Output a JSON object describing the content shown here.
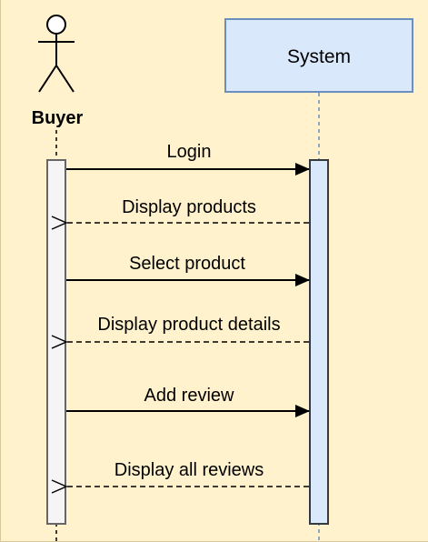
{
  "diagram": {
    "type": "sequence",
    "actor": {
      "name": "Buyer"
    },
    "participant": {
      "name": "System"
    },
    "messages": [
      {
        "label": "Login",
        "direction": "buyer-to-system",
        "style": "solid"
      },
      {
        "label": "Display products",
        "direction": "system-to-buyer",
        "style": "dashed"
      },
      {
        "label": "Select product",
        "direction": "buyer-to-system",
        "style": "solid"
      },
      {
        "label": "Display product details",
        "direction": "system-to-buyer",
        "style": "dashed"
      },
      {
        "label": "Add review",
        "direction": "buyer-to-system",
        "style": "solid"
      },
      {
        "label": "Display all reviews",
        "direction": "system-to-buyer",
        "style": "dashed"
      }
    ]
  },
  "colors": {
    "background": "#fff2cc",
    "participant_fill": "#dae8fc",
    "participant_stroke": "#6c8ebf",
    "buyer_activation_fill": "#f5f5f5",
    "buyer_activation_stroke": "#666666",
    "system_activation_fill": "#dae8fc",
    "system_activation_stroke": "#36393d",
    "line": "#000000"
  }
}
